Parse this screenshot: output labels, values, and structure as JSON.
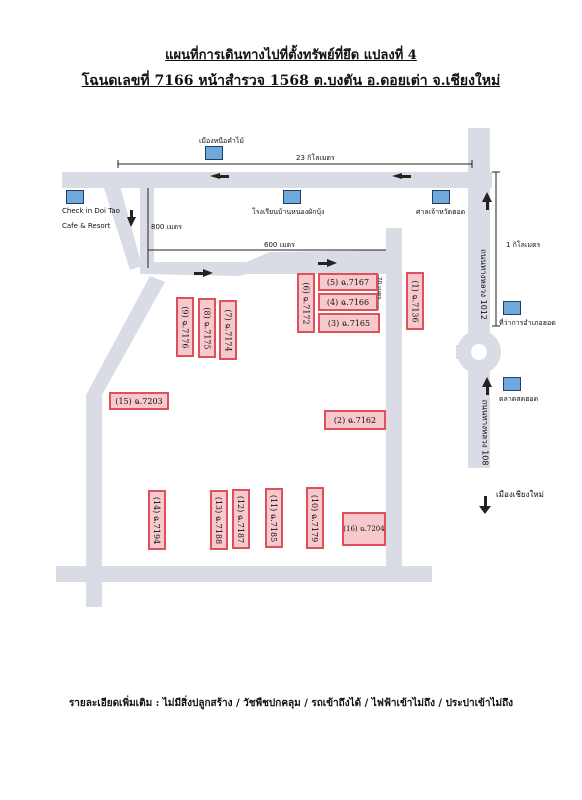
{
  "title_line1": "แผนที่การเดินทางไปที่ตั้งทรัพย์ที่ยึด  แปลงที่ 4",
  "title_line2": "โฉนดเลขที่ 7166 หน้าสำรวจ 1568 ต.บงตัน อ.ดอยเต่า จ.เชียงใหม่",
  "landmarks": {
    "north_town": "เมืองหนือคำไม้",
    "cafe_line1": "Check in Doi Tao",
    "cafe_line2": "Cafe & Resort",
    "school": "โรงเรียนบ้านหนองผักบุ้ง",
    "shrine": "ศาลเจ้าหวัดฮอด",
    "district_office": "ที่ว่าการอำเภอฮอด",
    "market": "ตลาดสดฮอด",
    "to_chiangmai": "เมืองเชียงใหม่"
  },
  "distances": {
    "d23km": "23 กิโลเมตร",
    "d800m": "800 เมตร",
    "d600m": "600 เมตร",
    "d1km": "1 กิโลเมตร",
    "d70m": "70 เมตร"
  },
  "roads": {
    "hwy1012": "ถนนทางหลวง 1012",
    "hwy108": "ถนนทางหลวง 108"
  },
  "plots": [
    {
      "label": "(5) ฉ.7167"
    },
    {
      "label": "(4) ฉ.7166"
    },
    {
      "label": "(3) ฉ.7165"
    },
    {
      "label": "(6) ฉ.7172"
    },
    {
      "label": "(1) ฉ.7136"
    },
    {
      "label": "(9) ฉ.7176"
    },
    {
      "label": "(8) ฉ.7175"
    },
    {
      "label": "(7) ฉ.7174"
    },
    {
      "label": "(15) ฉ.7203"
    },
    {
      "label": "(2) ฉ.7162"
    },
    {
      "label": "(14) ฉ.7194"
    },
    {
      "label": "(13) ฉ.7188"
    },
    {
      "label": "(12) ฉ.7187"
    },
    {
      "label": "(11) ฉ.7185"
    },
    {
      "label": "(10) ฉ.7179"
    },
    {
      "label": "(16) ฉ.7204"
    }
  ],
  "footer": "รายละเอียดเพิ่มเติม :  ไม่มีสิ่งปลูกสร้าง / วัชพืชปกคลุม / รถเข้าถึงได้   / ไฟฟ้าเข้าไม่ถึง / ประปาเข้าไม่ถึง"
}
